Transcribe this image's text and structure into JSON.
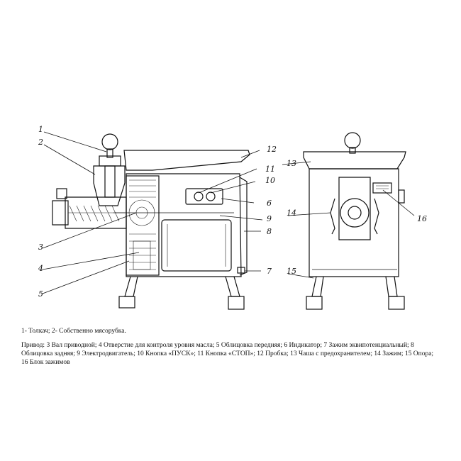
{
  "callouts": {
    "n1": "1",
    "n2": "2",
    "n3": "3",
    "n4": "4",
    "n5": "5",
    "n6": "6",
    "n7": "7",
    "n8": "8",
    "n9": "9",
    "n10": "10",
    "n11": "11",
    "n12": "12",
    "n13": "13",
    "n14": "14",
    "n15": "15",
    "n16": "16"
  },
  "caption": {
    "line1": "1- Толкач; 2- Собственно мясорубка.",
    "line2": "Привод: 3 Вал приводной; 4 Отверстие для контроля уровня масла; 5 Облицовка передняя; 6 Индикатор; 7 Зажим эквипотенциальный; 8 Облицовка задняя; 9 Электродвигатель; 10 Кнопка «ПУСК»; 11 Кнопка «СТОП»; 12 Пробка; 13 Чаша с предохранителем; 14 Зажим; 15 Опора; 16 Блок зажимов"
  }
}
